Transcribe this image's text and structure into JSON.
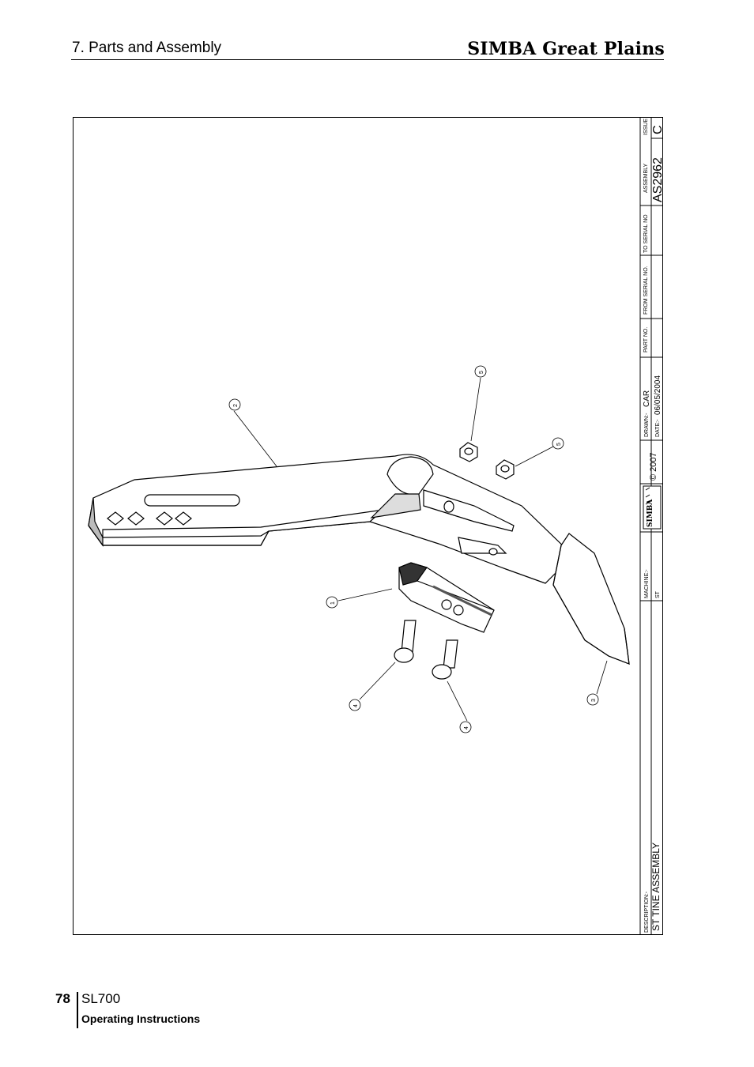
{
  "header": {
    "section": "7. Parts and Assembly",
    "brand": "SIMBA Great Plains"
  },
  "title_block": {
    "issue_label": "ISSUE",
    "issue_value": "C",
    "assembly_label": "ASSEMBLY",
    "assembly_value": "AS2962",
    "to_serial_label": "TO SERIAL NO",
    "from_serial_label": "FROM SERIAL NO.",
    "part_no_label": "PART NO.",
    "drawn_label": "DRAWN:-",
    "drawn_value": "CAR",
    "date_label": "DATE:-",
    "date_value": "06/05/2004",
    "copyright": "© 2007",
    "logo_text": "SIMBA",
    "machine_label": "MACHINE:-",
    "machine_value": "ST",
    "description_label": "DESCRIPTION:-",
    "description_value": "ST TINE ASSEMBLY"
  },
  "callouts": [
    "1",
    "2",
    "3",
    "4",
    "4",
    "5",
    "5"
  ],
  "footer": {
    "page_number": "78",
    "model": "SL700",
    "document": "Operating Instructions"
  }
}
